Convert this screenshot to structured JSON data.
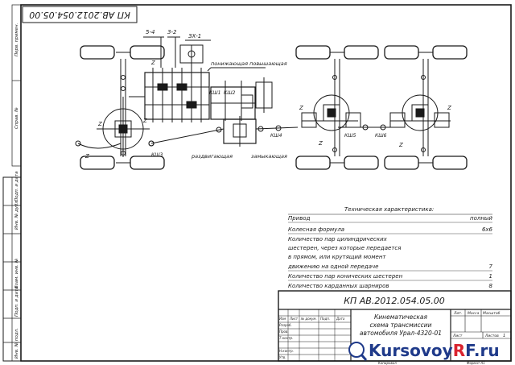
{
  "stamp_top": "КП АВ.2012.054.05.00",
  "left_strip": {
    "fields": [
      "Перв. примен.",
      "Справ. №",
      "Подп. и дата",
      "Инв. № дубл.",
      "Взам. инв. №",
      "Подп. и дата",
      "Инв. № подл."
    ]
  },
  "diagram_labels": {
    "top_group_a": "5-4",
    "top_group_b": "3-2",
    "top_group_c": "ЗХ-1",
    "range_high": "понижающая  повышающая",
    "dist_left": "раздвигающая",
    "dist_right": "замыкающая",
    "cardan": [
      "КШ1",
      "КШ2",
      "КШ3",
      "КШ4",
      "КШ5",
      "КШ6"
    ],
    "gear": "Z"
  },
  "characteristics": {
    "title": "Техническая характеристика:",
    "rows": [
      {
        "label": "Привод",
        "value": "полный"
      },
      {
        "label": "Колесная формула",
        "value": "6х6"
      },
      {
        "label": "Количество пар цилиндрических",
        "value": ""
      },
      {
        "label": "шестерен, через которые передается",
        "value": ""
      },
      {
        "label": "в прямом, или крутящий момент",
        "value": ""
      },
      {
        "label": "движению на одной передаче",
        "value": "7"
      },
      {
        "label": "Количество пар конических шестерен",
        "value": "1"
      },
      {
        "label": "Количество карданных шарниров",
        "value": "8"
      }
    ]
  },
  "title_block": {
    "code": "КП АВ.2012.054.05.00",
    "name_line1": "Кинематическая",
    "name_line2": "схема трансмиссии",
    "name_line3": "автомобиля Урал-4320-01",
    "col_headers": [
      "Лит.",
      "Масса",
      "Масштаб"
    ],
    "sheet_text": "Лист",
    "sheets_text": "Листов",
    "sheets_count": "1",
    "change_headers": [
      "Изм",
      "Лист",
      "№ докум.",
      "Подп.",
      "Дата"
    ],
    "roles": [
      "Разраб.",
      "Пров.",
      "Т.контр.",
      "Н.контр.",
      "Утв."
    ],
    "copied": "Копировал",
    "format": "Формат   А1"
  },
  "watermark": {
    "part1": "Kursovoy",
    "part2": "R",
    "part3": "F",
    "part4": ".ru"
  },
  "colors": {
    "ink": "#1a1a1a",
    "watermark_blue": "#1f3a8a",
    "watermark_red": "#d9232e"
  }
}
